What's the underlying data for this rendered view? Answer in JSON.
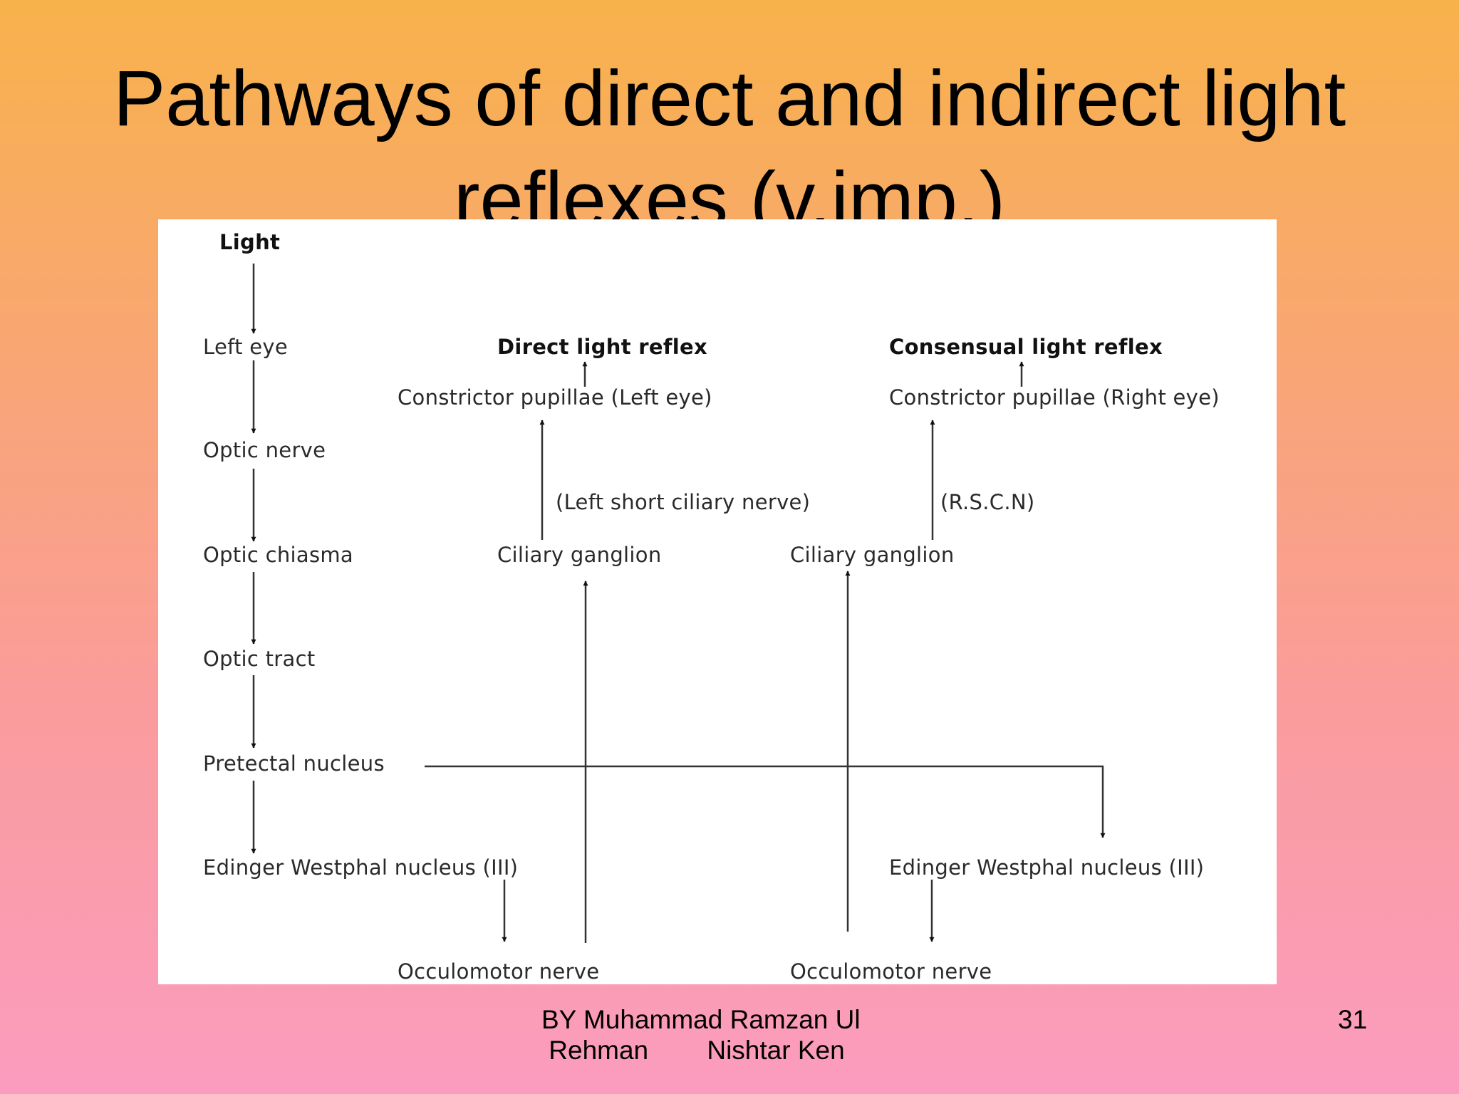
{
  "slide": {
    "title_line1": "Pathways of direct and indirect light",
    "title_line2": "reflexes (v.imp.)",
    "footer_line1": "BY Muhammad Ramzan Ul",
    "footer_line2": " Rehman        Nishtar Ken",
    "page_number": "31"
  },
  "diagram": {
    "light": "Light",
    "left_eye": "Left eye",
    "optic_nerve": "Optic nerve",
    "optic_chiasma": "Optic chiasma",
    "optic_tract": "Optic tract",
    "pretectal_nucleus": "Pretectal nucleus",
    "ew_nucleus_left": "Edinger Westphal nucleus (III)",
    "direct_reflex": "Direct light reflex",
    "constrictor_left": "Constrictor pupillae (Left eye)",
    "left_short_ciliary": "(Left short ciliary nerve)",
    "ciliary_ganglion_left": "Ciliary ganglion",
    "oculomotor_left": "Occulomotor nerve",
    "consensual_reflex": "Consensual light reflex",
    "constrictor_right": "Constrictor pupillae (Right eye)",
    "rscn": "(R.S.C.N)",
    "ciliary_ganglion_right": "Ciliary ganglion",
    "ew_nucleus_right": "Edinger Westphal nucleus (III)",
    "oculomotor_right": "Occulomotor nerve"
  }
}
